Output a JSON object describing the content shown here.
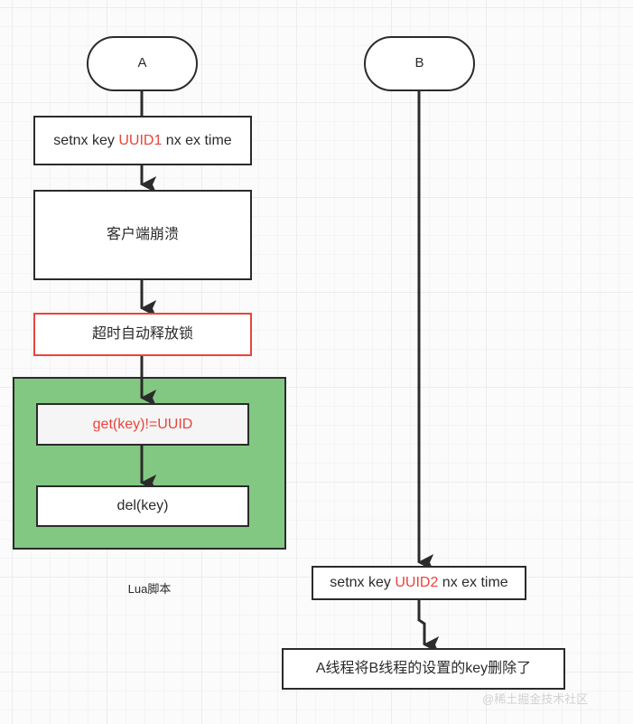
{
  "diagram": {
    "title_caption": "Lua脚本",
    "watermark": "@稀土掘金技术社区",
    "colors": {
      "background": "#fbfbfb",
      "grid_minor": "#f4f4f4",
      "grid_major": "#ececec",
      "stroke": "#2b2b2b",
      "accent_red": "#e8453c",
      "group_green": "#82c882",
      "node_fill": "#ffffff",
      "inner_node_fill": "#f5f5f5",
      "watermark": "#d2d2d2"
    },
    "lanes": [
      {
        "id": "lane-a",
        "label": "A"
      },
      {
        "id": "lane-b",
        "label": "B"
      }
    ],
    "nodes": [
      {
        "id": "node-a",
        "shape": "pill",
        "label": "A"
      },
      {
        "id": "node-b",
        "shape": "pill",
        "label": "B"
      },
      {
        "id": "node-setnx-uuid1",
        "shape": "rect",
        "label_parts": [
          "setnx key ",
          "UUID1",
          " nx ex time"
        ],
        "highlight": "UUID1"
      },
      {
        "id": "node-client-crash",
        "shape": "rect",
        "label": "客户端崩溃"
      },
      {
        "id": "node-timeout-release",
        "shape": "rect-red",
        "label": "超时自动释放锁"
      },
      {
        "id": "node-get-key",
        "shape": "rect-inner",
        "label": "get(key)!=UUID",
        "text_color": "#e8453c"
      },
      {
        "id": "node-del-key",
        "shape": "rect-inner",
        "label": "del(key)"
      },
      {
        "id": "node-setnx-uuid2",
        "shape": "rect",
        "label_parts": [
          "setnx key ",
          "UUID2",
          " nx ex time"
        ],
        "highlight": "UUID2"
      },
      {
        "id": "node-a-deleted-b-key",
        "shape": "rect",
        "label": "A线程将B线程的设置的key删除了"
      }
    ],
    "group": {
      "id": "group-lua-script",
      "label": "Lua脚本",
      "contains": [
        "node-get-key",
        "node-del-key"
      ]
    },
    "edges": [
      {
        "from": "node-a",
        "to": "node-setnx-uuid1",
        "arrow": false
      },
      {
        "from": "node-setnx-uuid1",
        "to": "node-client-crash",
        "arrow": true
      },
      {
        "from": "node-client-crash",
        "to": "node-timeout-release",
        "arrow": true
      },
      {
        "from": "node-timeout-release",
        "to": "node-get-key",
        "arrow": true
      },
      {
        "from": "node-get-key",
        "to": "node-del-key",
        "arrow": true
      },
      {
        "from": "node-b",
        "to": "node-setnx-uuid2",
        "arrow": true
      },
      {
        "from": "node-setnx-uuid2",
        "to": "node-a-deleted-b-key",
        "arrow": true
      }
    ]
  }
}
